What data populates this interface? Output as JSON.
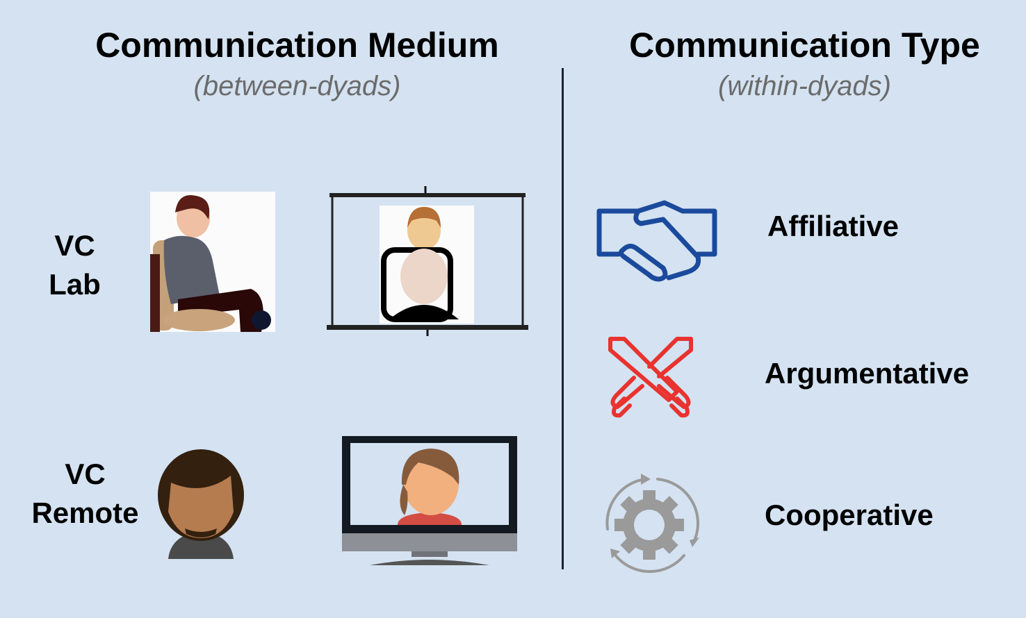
{
  "left": {
    "title": "Communication Medium",
    "subtitle": "(between-dyads)",
    "rows": [
      {
        "label_line1": "VC",
        "label_line2": "Lab"
      },
      {
        "label_line1": "VC",
        "label_line2": "Remote"
      }
    ]
  },
  "right": {
    "title": "Communication Type",
    "subtitle": "(within-dyads)",
    "types": [
      {
        "label": "Affiliative",
        "icon": "handshake-icon",
        "color": "#1b4a9c"
      },
      {
        "label": "Argumentative",
        "icon": "crossed-swords-icon",
        "color": "#e8332f"
      },
      {
        "label": "Cooperative",
        "icon": "gear-cycle-icon",
        "color": "#9a9a9a"
      }
    ]
  }
}
